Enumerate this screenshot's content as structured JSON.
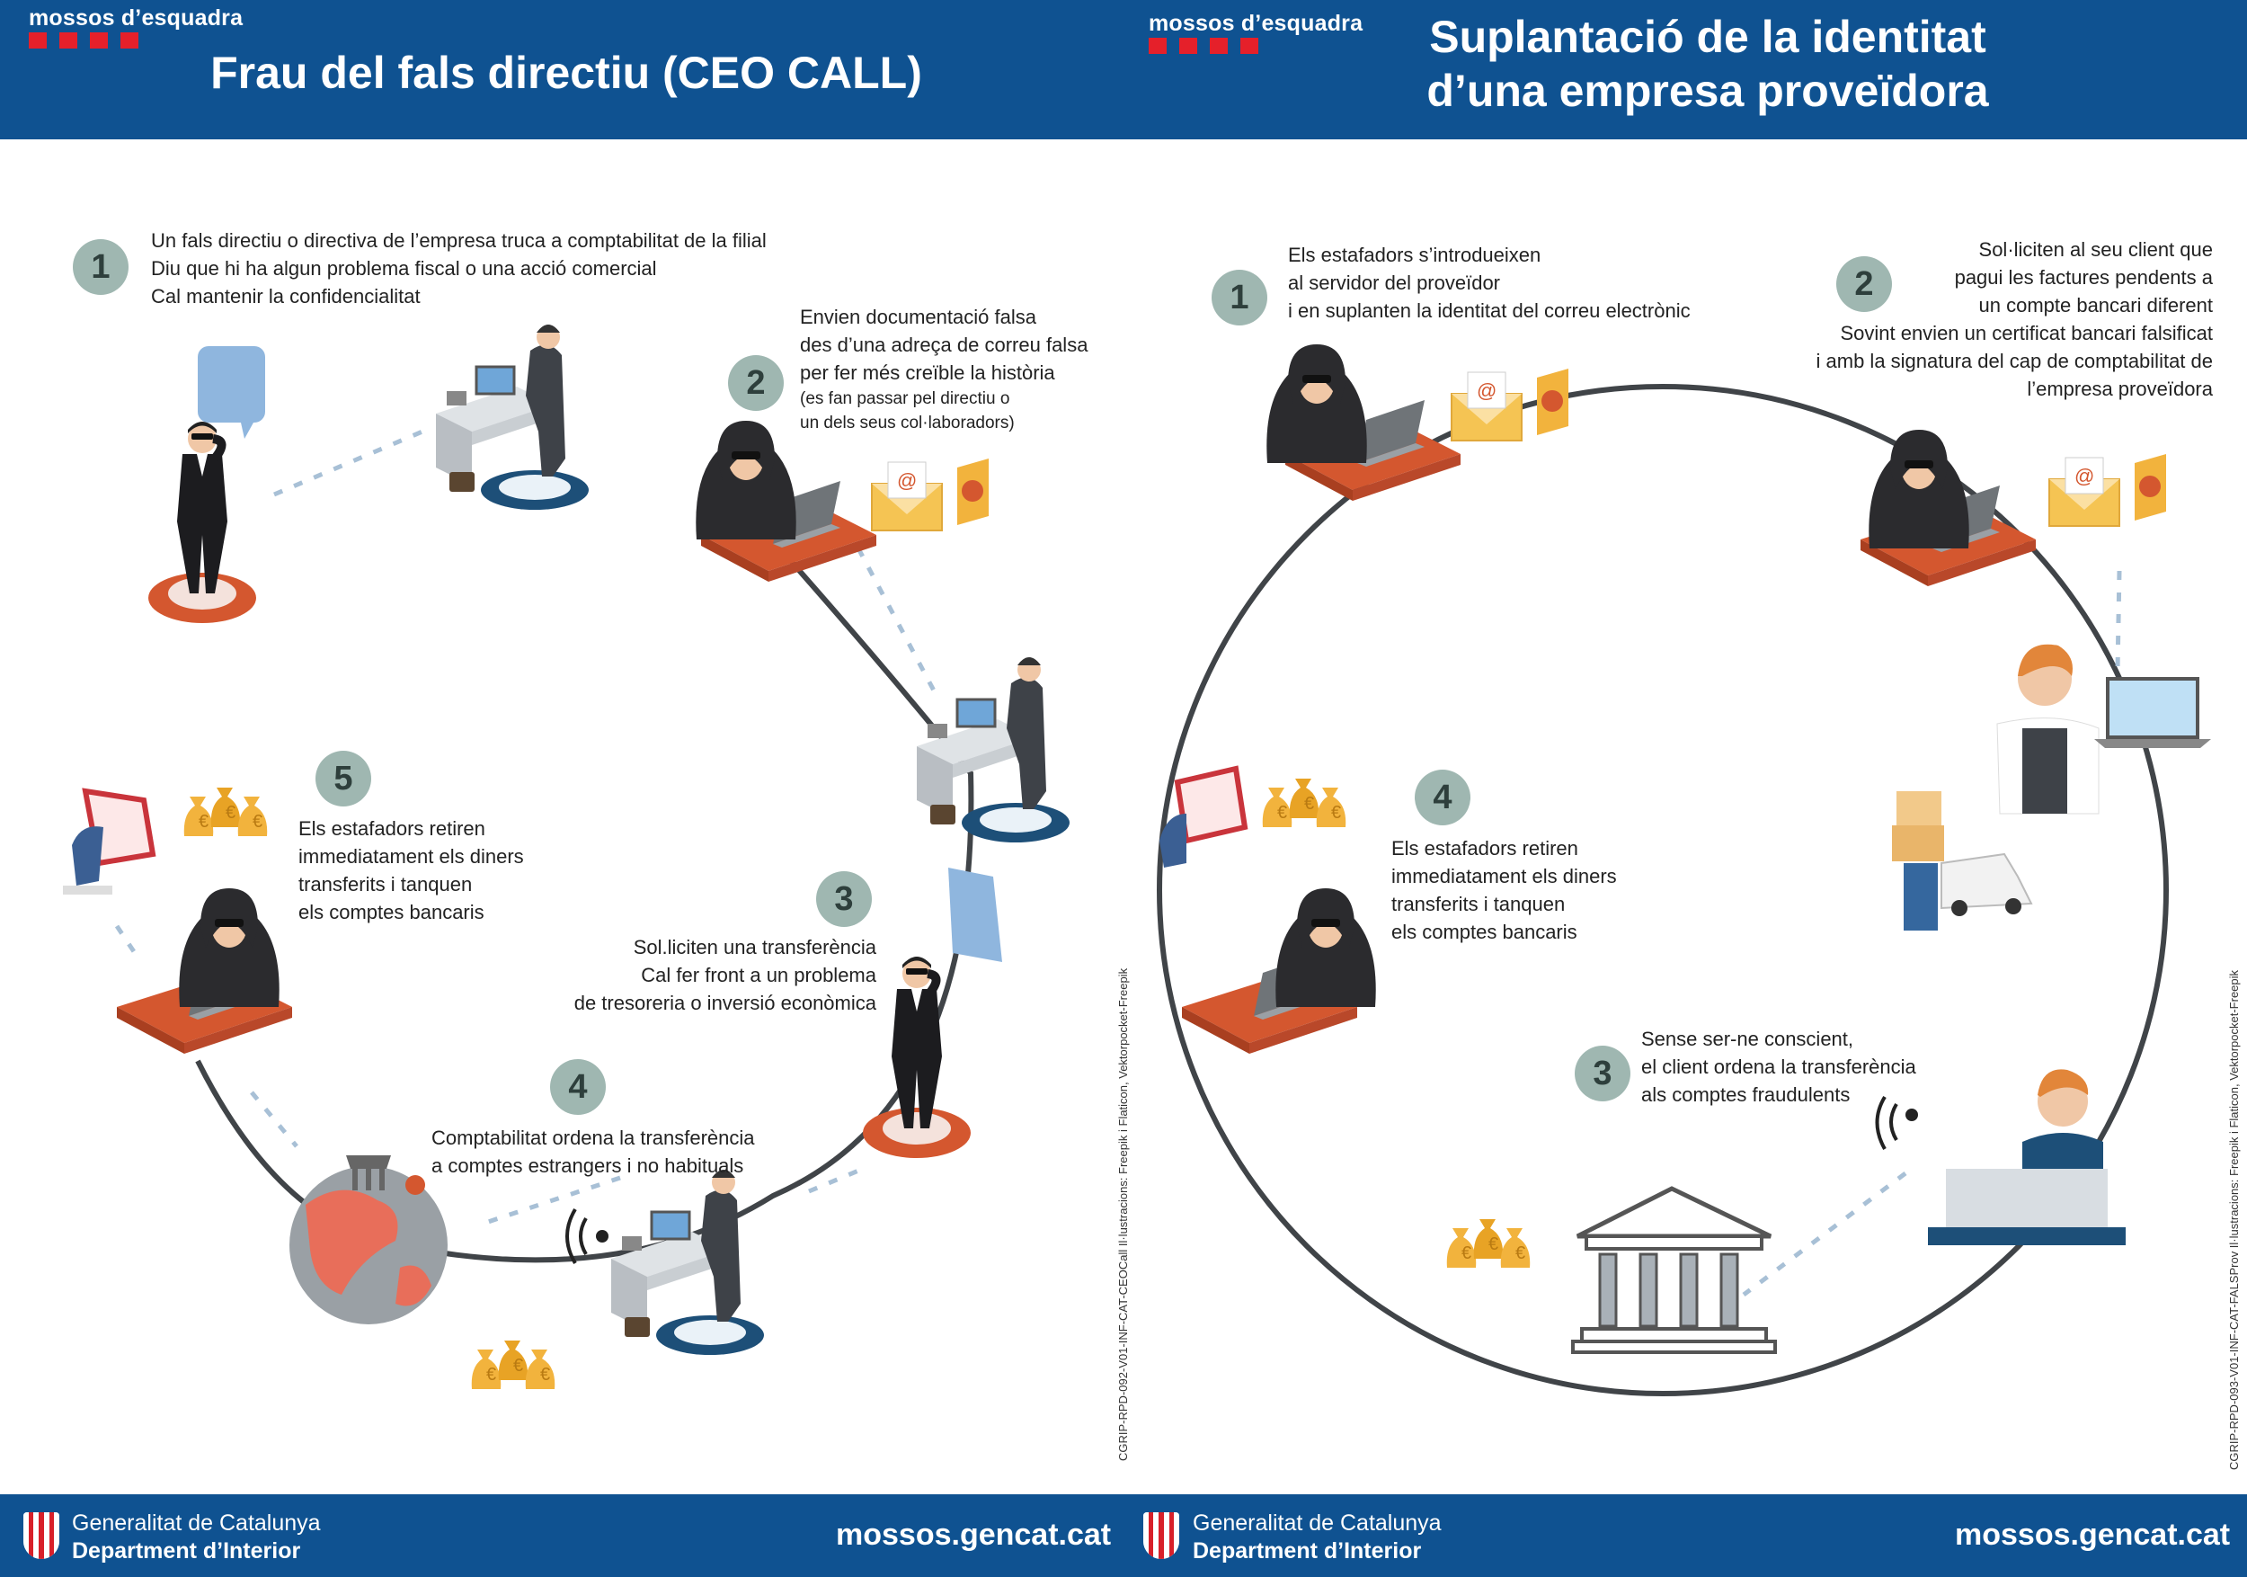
{
  "header": {
    "brand": "mossos d’esquadra",
    "left_title": "Frau del fals directiu (CEO CALL)",
    "right_title_line1": "Suplantació de la identitat",
    "right_title_line2": "d’una empresa proveïdora"
  },
  "left_panel": {
    "steps": [
      {
        "num": "1",
        "text": "Un fals directiu o directiva de l’empresa truca a comptabilitat de la filial\nDiu que hi ha algun problema fiscal o una acció comercial\nCal mantenir la confidencialitat"
      },
      {
        "num": "2",
        "text": "Envien documentació falsa\ndes d’una adreça de correu falsa\nper fer més creïble la història",
        "note": "(es fan passar pel directiu o\nun dels seus col·laboradors)"
      },
      {
        "num": "3",
        "text": "Sol.liciten una transferència\nCal fer front a un problema\nde tresoreria o inversió econòmica"
      },
      {
        "num": "4",
        "text": "Comptabilitat ordena la transferència\na comptes estrangers i no habituals"
      },
      {
        "num": "5",
        "text": "Els estafadors retiren\nimmediatament els diners\ntransferits i tanquen\nels comptes bancaris"
      }
    ],
    "credit": "CGRIP-RPD-092-V01-INF-CAT-CEOCall     Il·lustracions: Freepik i Flaticon, Vektorpocket-Freepik"
  },
  "right_panel": {
    "steps": [
      {
        "num": "1",
        "text": "Els estafadors s’introdueixen\nal servidor del proveïdor\ni en suplanten la identitat del correu electrònic"
      },
      {
        "num": "2",
        "text": "Sol·liciten al seu client que\npagui les factures pendents a\nun compte bancari diferent\nSovint envien un certificat bancari falsificat\ni amb la signatura del cap de comptabilitat de\nl’empresa proveïdora"
      },
      {
        "num": "3",
        "text": "Sense ser-ne conscient,\nel client ordena la transferència\nals comptes fraudulents"
      },
      {
        "num": "4",
        "text": "Els estafadors retiren\nimmediatament els diners\ntransferits i tanquen\nels comptes bancaris"
      }
    ],
    "credit": "CGRIP-RPD-093-V01-INF-CAT-FALSProv     Il·lustracions: Freepik i Flaticon, Vektorpocket-Freepik"
  },
  "footer": {
    "gov_line1": "Generalitat de Catalunya",
    "gov_line2": "Department d’Interior",
    "website": "mossos.gencat.cat"
  },
  "colors": {
    "blue": "#0f5291",
    "red": "#e5202a",
    "badge": "#9fb7b1",
    "desk": "#d4572f",
    "gold": "#f2b33d"
  }
}
